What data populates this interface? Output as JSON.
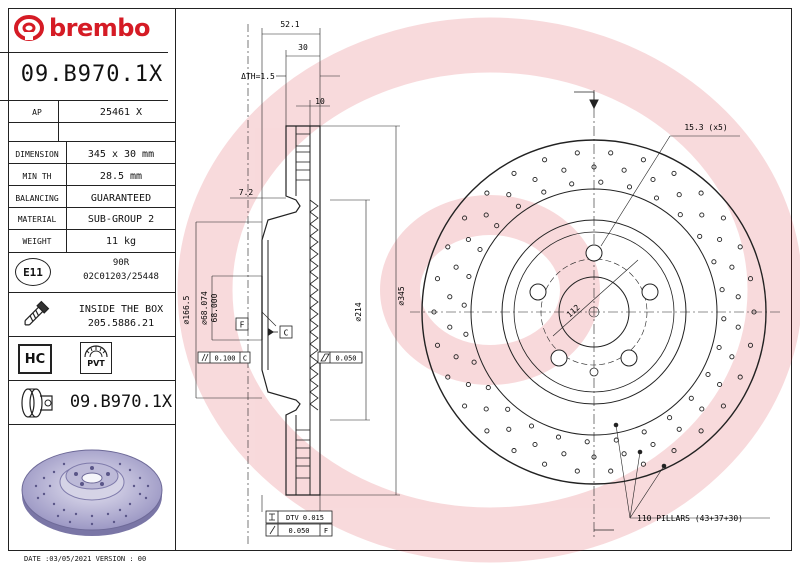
{
  "brand": {
    "name": "brembo",
    "color": "#d51b25"
  },
  "part_number": "09.B970.1X",
  "ap": {
    "label": "AP",
    "value": "25461 X"
  },
  "specs": [
    {
      "label": "DIMENSION",
      "value": "345 x 30 mm"
    },
    {
      "label": "MIN TH",
      "value": "28.5 mm"
    },
    {
      "label": "BALANCING",
      "value": "GUARANTEED"
    },
    {
      "label": "MATERIAL",
      "value": "SUB-GROUP 2"
    },
    {
      "label": "WEIGHT",
      "value": "11 kg"
    }
  ],
  "approval": {
    "mark": "E11",
    "reg": "90R",
    "code": "02C01203/25448"
  },
  "inside_box": {
    "line1": "INSIDE THE BOX",
    "line2": "205.5886.21"
  },
  "badges": {
    "hc": "HC",
    "pvt": "PVT"
  },
  "part_number_bottom": "09.B970.1X",
  "footer": "DATE :03/05/2021 VERSION : 00",
  "drawing": {
    "dim_52_1": "52.1",
    "dim_30": "30",
    "dim_th": "ΔTH=1.5",
    "dim_10": "10",
    "dim_7_2": "7.2",
    "dim_166_5": "∅166.5",
    "dim_68_074": "∅68.074",
    "dim_68_000": "68.000",
    "dim_214": "∅214",
    "dim_345": "∅345",
    "datum_f": "F",
    "datum_c": "C",
    "tol_parallel": "0.100",
    "tol_parallel_datum": "C",
    "tol_flat": "0.050",
    "dtv": "DTV 0.015",
    "runout": "0.050",
    "runout_datum": "F",
    "holes": "15.3 (x5)",
    "pcd": "112",
    "pillars": "110 PILLARS (43+37+30)"
  }
}
